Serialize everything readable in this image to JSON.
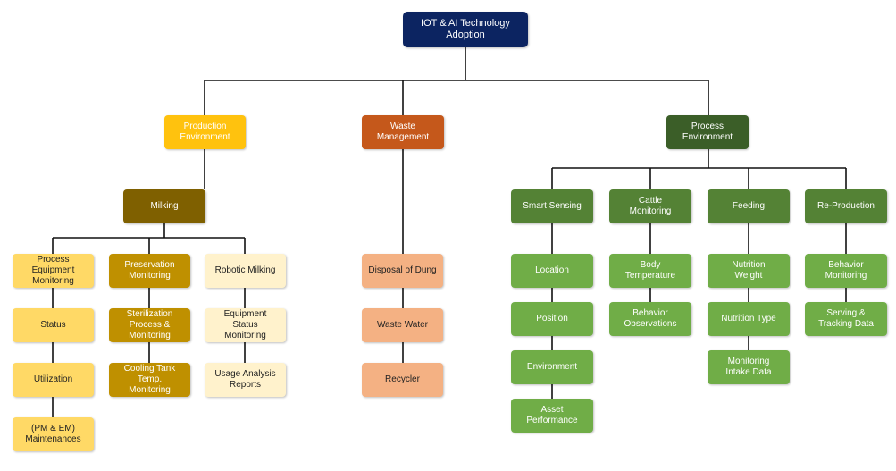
{
  "root": {
    "label": "IOT & AI Technology\nAdoption",
    "color": "#0c2461"
  },
  "branches": {
    "production": {
      "label": "Production\nEnvironment",
      "color": "#ffc20e"
    },
    "waste": {
      "label": "Waste\nManagement",
      "color": "#c5581b"
    },
    "process": {
      "label": "Process\nEnvironment",
      "color": "#3b5e28"
    }
  },
  "milking": {
    "label": "Milking",
    "color": "#7f6000"
  },
  "milking_columns": {
    "process_equipment": {
      "color": "#ffd966",
      "items": [
        "Process\nEquipment\nMonitoring",
        "Status",
        "Utilization",
        "(PM & EM)\nMaintenances"
      ]
    },
    "preservation": {
      "color": "#bf9000",
      "items": [
        "Preservation\nMonitoring",
        "Sterilization\nProcess &\nMonitoring",
        "Cooling Tank\nTemp.\nMonitoring"
      ]
    },
    "robotic": {
      "color": "#fff2cc",
      "items": [
        "Robotic Milking",
        "Equipment\nStatus\nMonitoring",
        "Usage Analysis\nReports"
      ]
    }
  },
  "waste_items": {
    "color": "#f4b183",
    "items": [
      "Disposal of Dung",
      "Waste Water",
      "Recycler"
    ]
  },
  "process_columns": {
    "header_color": "#548235",
    "item_color": "#70ad47",
    "smart_sensing": {
      "items": [
        "Smart Sensing",
        "Location",
        "Position",
        "Environment",
        "Asset\nPerformance"
      ]
    },
    "cattle": {
      "items": [
        "Cattle\nMonitoring",
        "Body\nTemperature",
        "Behavior\nObservations"
      ]
    },
    "feeding": {
      "items": [
        "Feeding",
        "Nutrition\nWeight",
        "Nutrition Type",
        "Monitoring\nIntake Data"
      ]
    },
    "reproduction": {
      "items": [
        "Re-Production",
        "Behavior\nMonitoring",
        "Serving &\nTracking Data"
      ]
    }
  }
}
